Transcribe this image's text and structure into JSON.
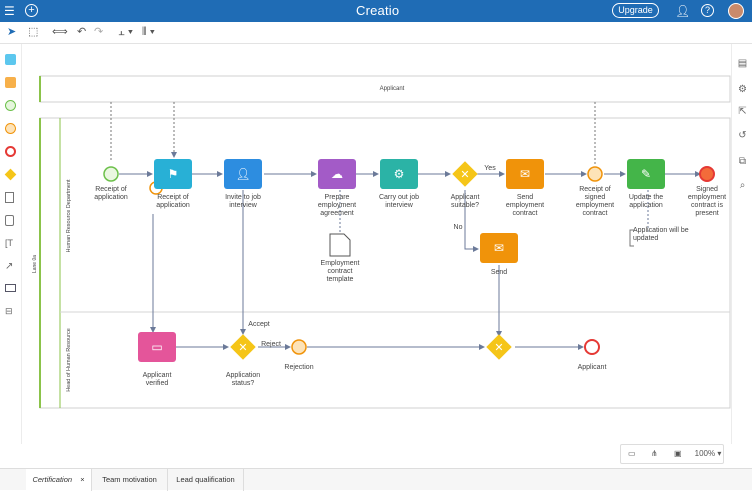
{
  "app": {
    "brand": "Creatio",
    "upgrade_label": "Upgrade"
  },
  "lanes": {
    "pool_label": "Applicant",
    "lane1": "Human Resource Department",
    "lane2": "Head of Human Resource",
    "side": "Lane 0a"
  },
  "nodes": {
    "start": "Receipt of\napplication",
    "task_receipt": "Receipt of\napplication",
    "task_invite": "Invite to job\ninterview",
    "task_prepare": "Prepare\nemployment\nagreement",
    "task_carry": "Carry out job\ninterview",
    "gw_suitable": "Applicant\nsuitable?",
    "task_send_contract": "Send\nemployment\ncontract",
    "event_receipt_signed": "Receipt of\nsigned\nemployment\ncontract",
    "task_update": "Update the\napplication",
    "end_signed": "Signed\nemployment\ncontract is\npresent",
    "doc_template": "Employment\ncontract\ntemplate",
    "note_updated": "Application will be\nupdated",
    "task_send": "Send",
    "task_verified": "Applicant\nverified",
    "gw_status": "Application\nstatus?",
    "event_rejection": "Rejection",
    "end_applicant": "Applicant"
  },
  "flows": {
    "yes": "Yes",
    "no": "No",
    "accept": "Accept",
    "reject": "Reject"
  },
  "bottom": {
    "zoom": "100%"
  },
  "tabs": [
    {
      "label": "Certification",
      "close": "×"
    },
    {
      "label": "Team motivation"
    },
    {
      "label": "Lead qualification"
    }
  ],
  "colors": {
    "topbar": "#1f6cb5",
    "task_blue": "#28b0d6",
    "task_purple": "#a35bc7",
    "task_teal": "#2bb3a6",
    "task_orange": "#f0930a",
    "task_green": "#44b549",
    "task_pink": "#e4559a",
    "gateway": "#f5c518"
  }
}
